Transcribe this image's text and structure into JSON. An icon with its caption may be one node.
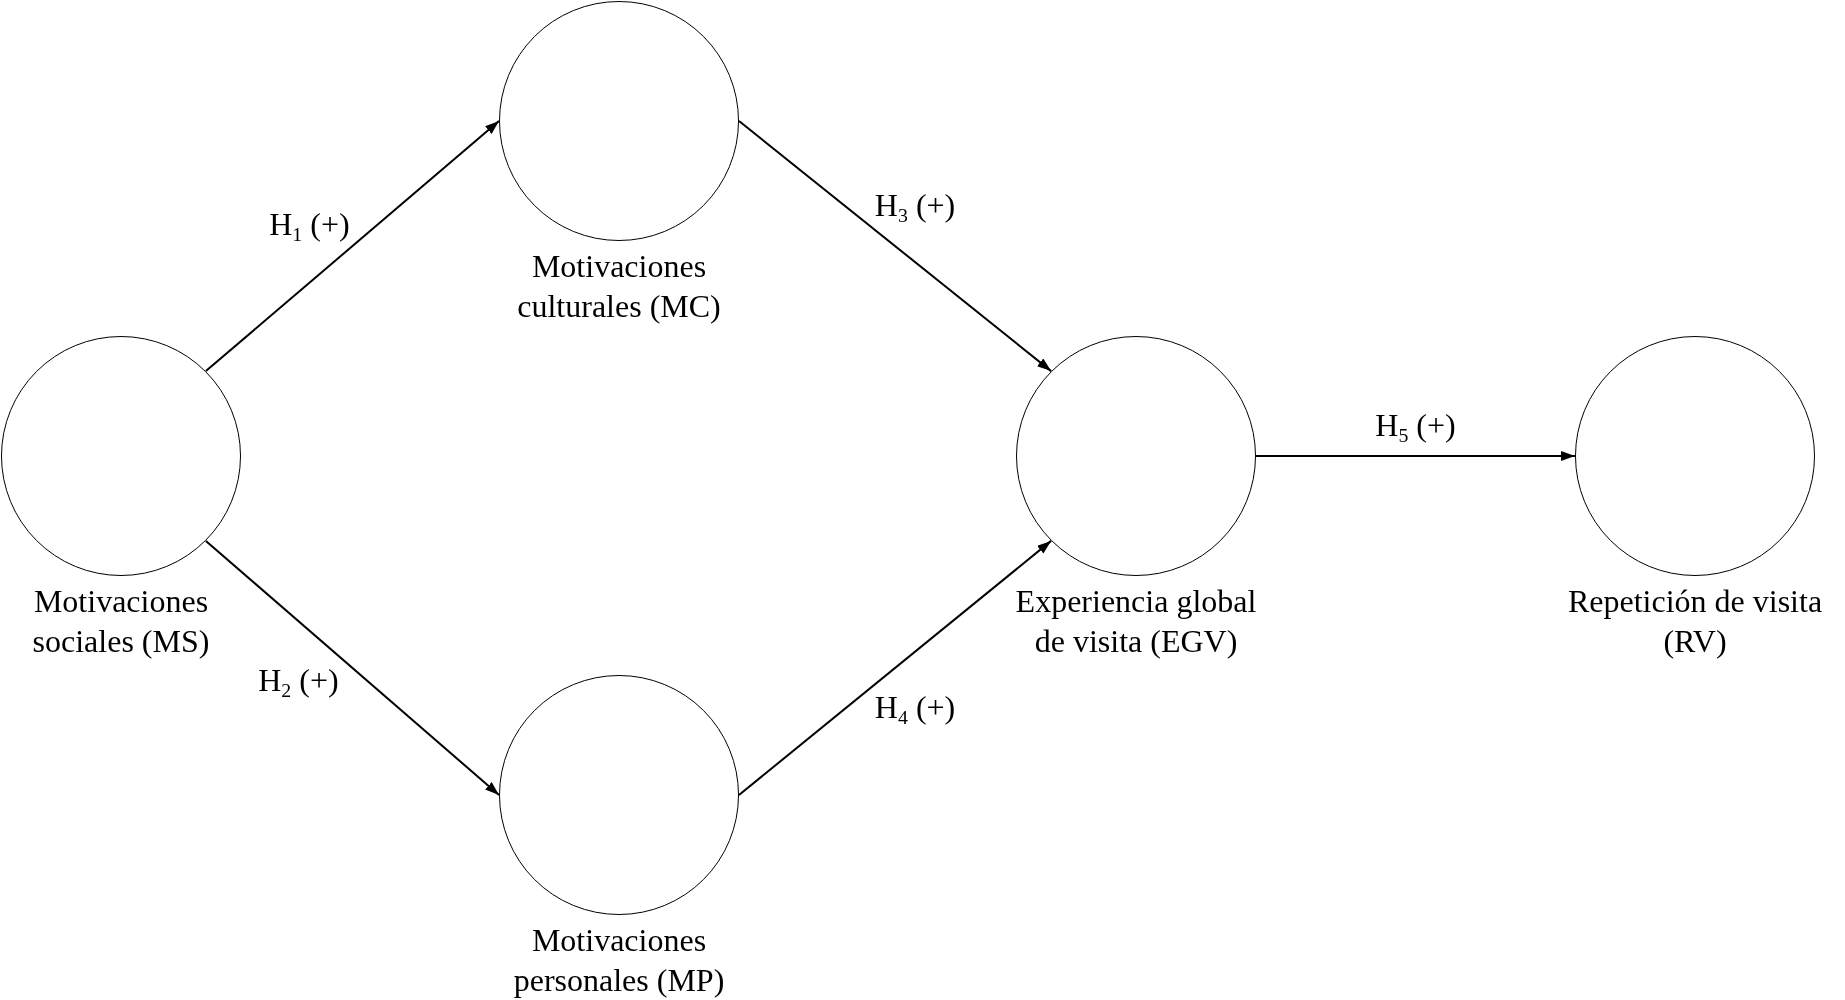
{
  "diagram": {
    "nodes": [
      {
        "text": [
          "Motivaciones sociales (MS)"
        ]
      },
      {
        "text": [
          "Motivaciones culturales (MC)"
        ]
      },
      {
        "text": [
          "Motivaciones personales (MP)"
        ]
      },
      {
        "text": [
          "Experiencia global de visita (EGV)"
        ]
      },
      {
        "text": [
          "Repetición de visita (RV)"
        ]
      }
    ],
    "edges": [
      {
        "from": 0,
        "to": 1,
        "arrow": "to",
        "label": "H$_{1}$ (+)"
      },
      {
        "from": 0,
        "to": 2,
        "arrow": "to",
        "label": "H$_{2}$ (+)"
      },
      {
        "from": 1,
        "to": 3,
        "arrow": "to",
        "label": "H$_{3}$ (+)"
      },
      {
        "from": 2,
        "to": 3,
        "arrow": "to",
        "label": "H$_{4}$ (+)"
      },
      {
        "from": 3,
        "to": 4,
        "arrow": "to",
        "label": "H$_{5}$ (+)"
      }
    ]
  }
}
